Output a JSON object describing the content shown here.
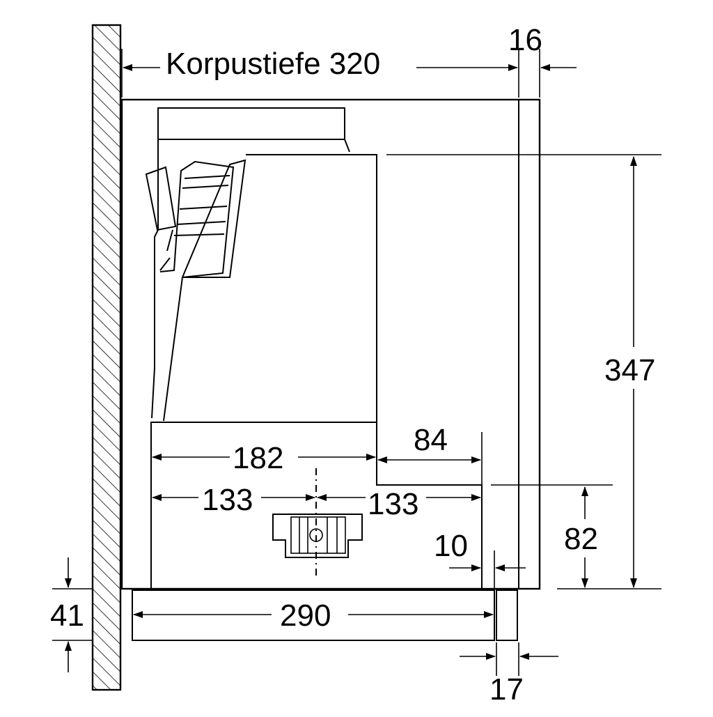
{
  "diagram": {
    "dimensions": {
      "cabinet_depth": "Korpustiefe 320",
      "front_panel": "16",
      "height_total": "347",
      "width_182": "182",
      "width_84": "84",
      "half_left": "133",
      "half_right": "133",
      "gap_10": "10",
      "height_82": "82",
      "bottom_41": "41",
      "tray_290": "290",
      "tray_front_17": "17"
    }
  }
}
